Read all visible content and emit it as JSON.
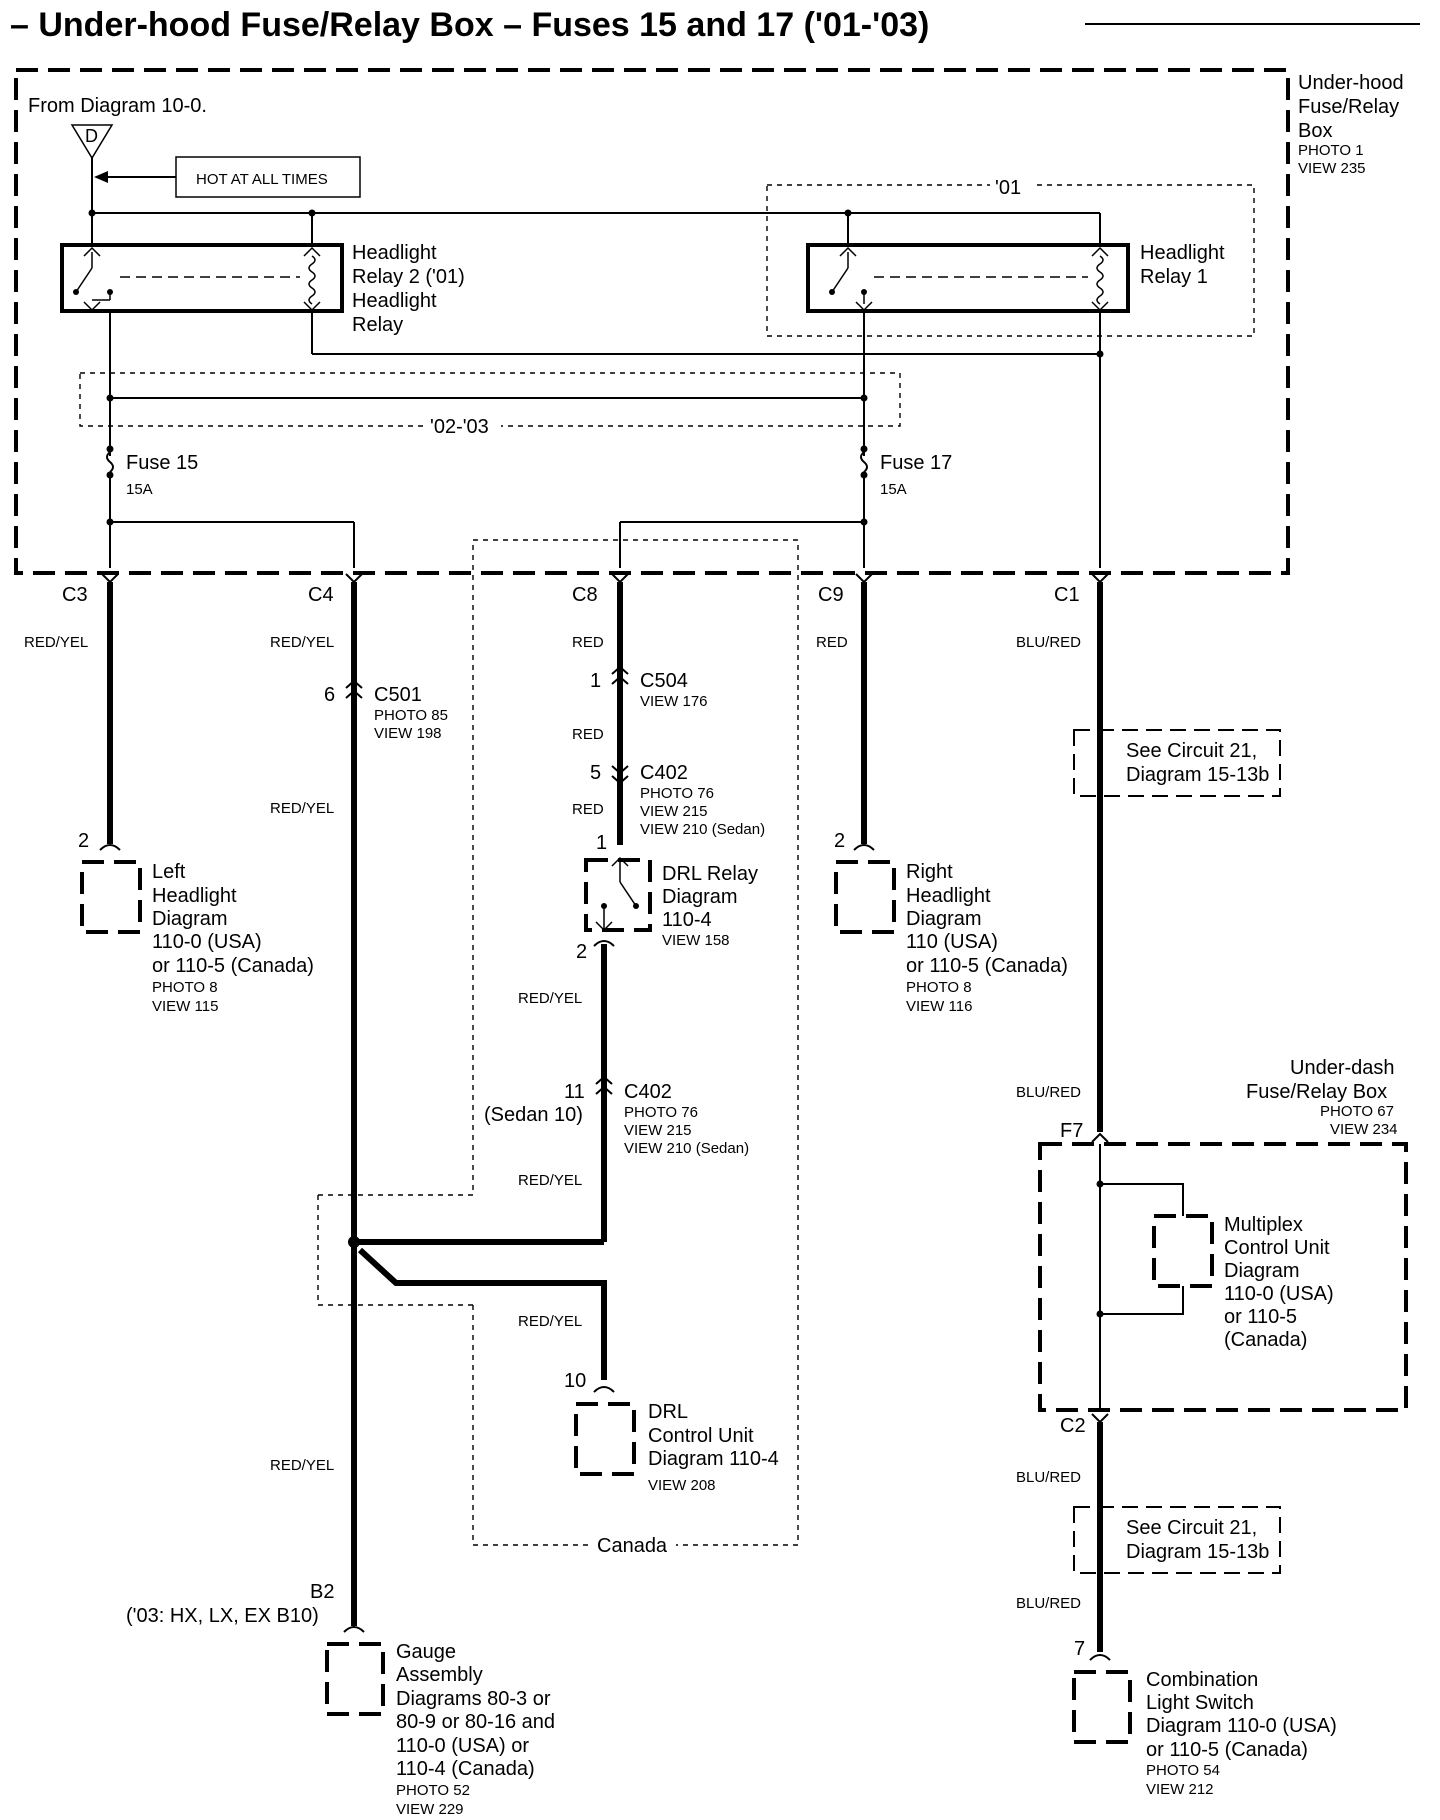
{
  "title": "– Under-hood Fuse/Relay Box – Fuses 15 and 17 ('01-'03)",
  "underhood_box": {
    "line1": "Under-hood",
    "line2": "Fuse/Relay",
    "line3": "Box",
    "photo": "PHOTO 1",
    "view": "VIEW 235"
  },
  "source": {
    "from": "From Diagram 10-0.",
    "letter": "D",
    "hot": "HOT AT ALL TIMES"
  },
  "year_labels": {
    "y01": "'01",
    "y0203": "'02-'03",
    "canada": "Canada"
  },
  "relays": {
    "relay2": {
      "l1": "Headlight",
      "l2": "Relay 2 ('01)",
      "l3": "Headlight",
      "l4": "Relay"
    },
    "relay1": {
      "l1": "Headlight",
      "l2": "Relay 1"
    }
  },
  "fuses": {
    "f15": {
      "name": "Fuse 15",
      "rating": "15A"
    },
    "f17": {
      "name": "Fuse 17",
      "rating": "15A"
    }
  },
  "connectors": {
    "c3": "C3",
    "c4": "C4",
    "c8": "C8",
    "c9": "C9",
    "c1": "C1",
    "f7": "F7",
    "c2": "C2",
    "b2": "B2",
    "b2_note": "('03: HX, LX, EX B10)"
  },
  "wires": {
    "red_yel": "RED/YEL",
    "red": "RED",
    "blu_red": "BLU/RED"
  },
  "c501": {
    "pin": "6",
    "name": "C501",
    "photo": "PHOTO 85",
    "view": "VIEW 198"
  },
  "c504": {
    "pin": "1",
    "name": "C504",
    "view": "VIEW 176"
  },
  "c402a": {
    "pin": "5",
    "name": "C402",
    "photo": "PHOTO 76",
    "view": "VIEW 215",
    "view2": "VIEW 210 (Sedan)"
  },
  "c402b": {
    "pin": "11",
    "pin_sedan": "(Sedan 10)",
    "name": "C402",
    "photo": "PHOTO 76",
    "view": "VIEW 215",
    "view2": "VIEW 210 (Sedan)"
  },
  "drl_relay": {
    "pin_in": "1",
    "pin_out": "2",
    "l1": "DRL Relay",
    "l2": "Diagram",
    "l3": "110-4",
    "view": "VIEW 158"
  },
  "drl_unit": {
    "pin": "10",
    "l1": "DRL",
    "l2": "Control Unit",
    "l3": "Diagram 110-4",
    "view": "VIEW 208"
  },
  "left_headlight": {
    "pin": "2",
    "l1": "Left",
    "l2": "Headlight",
    "l3": "Diagram",
    "l4": "110-0 (USA)",
    "l5": "or 110-5 (Canada)",
    "photo": "PHOTO 8",
    "view": "VIEW 115"
  },
  "right_headlight": {
    "pin": "2",
    "l1": "Right",
    "l2": "Headlight",
    "l3": "Diagram",
    "l4": "110 (USA)",
    "l5": "or 110-5 (Canada)",
    "photo": "PHOTO 8",
    "view": "VIEW 116"
  },
  "see_circuit": {
    "l1": "See Circuit 21,",
    "l2": "Diagram 15-13b"
  },
  "underdash_box": {
    "l1": "Under-dash",
    "l2": "Fuse/Relay Box",
    "photo": "PHOTO 67",
    "view": "VIEW 234"
  },
  "mcu": {
    "l1": "Multiplex",
    "l2": "Control Unit",
    "l3": "Diagram",
    "l4": "110-0 (USA)",
    "l5": "or 110-5",
    "l6": "(Canada)"
  },
  "combo_switch": {
    "pin": "7",
    "l1": "Combination",
    "l2": "Light Switch",
    "l3": "Diagram 110-0 (USA)",
    "l4": "or 110-5 (Canada)",
    "photo": "PHOTO 54",
    "view": "VIEW 212"
  },
  "gauge": {
    "l1": "Gauge",
    "l2": "Assembly",
    "l3": "Diagrams 80-3 or",
    "l4": "80-9 or 80-16 and",
    "l5": "110-0 (USA) or",
    "l6": "110-4 (Canada)",
    "photo": "PHOTO 52",
    "view": "VIEW 229"
  }
}
